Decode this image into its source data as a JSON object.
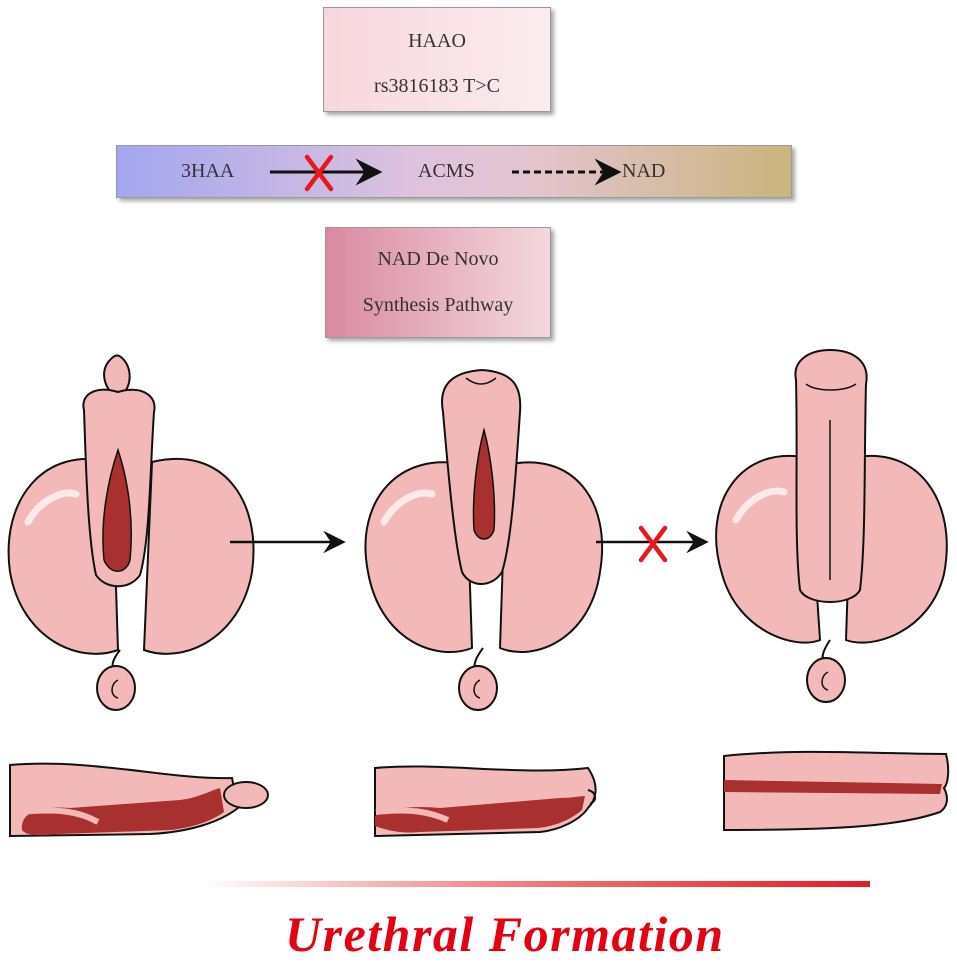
{
  "gene_box": {
    "gene": "HAAO",
    "variant": "rs3816183 T>C"
  },
  "pathway": {
    "substrate": "3HAA",
    "intermediate": "ACMS",
    "product": "NAD",
    "blocked_step": "3HAA to ACMS",
    "step2_style": "dashed"
  },
  "pathway_box": {
    "line1": "NAD De Novo",
    "line2": "Synthesis Pathway"
  },
  "stages": [
    {
      "id": "stage-1",
      "description_icon": "open-urethral-groove"
    },
    {
      "id": "stage-2",
      "description_icon": "partially-closed-urethral-groove"
    },
    {
      "id": "stage-3",
      "description_icon": "closed-urethra"
    }
  ],
  "transitions": [
    {
      "from": "stage-1",
      "to": "stage-2",
      "blocked": false
    },
    {
      "from": "stage-2",
      "to": "stage-3",
      "blocked": true
    }
  ],
  "caption": "Urethral Formation",
  "colors": {
    "tissue": "#f3b9b8",
    "tissue_shadow": "#d89b9a",
    "urethra": "#a8302f",
    "block_mark": "#e8191d",
    "caption": "#e50012"
  }
}
